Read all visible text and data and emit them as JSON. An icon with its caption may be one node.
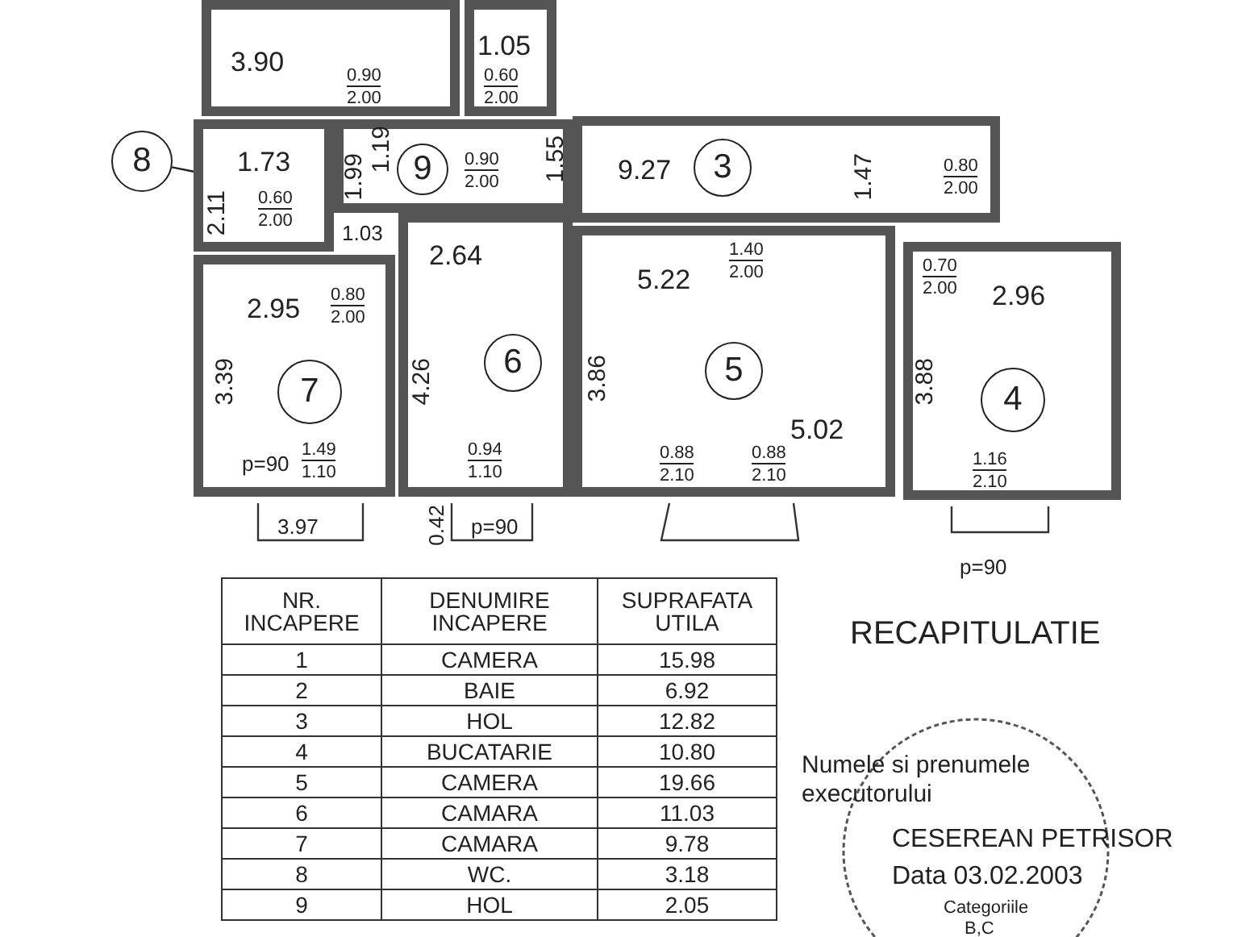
{
  "diagram": {
    "nodes": [
      {
        "text": [
          "3.90"
        ]
      },
      {
        "text": [
          "1.05"
        ]
      },
      {
        "text": [
          "1.19",
          "1.99",
          "1.55"
        ]
      },
      {
        "text": [
          "9"
        ],
        "in": 2
      },
      {
        "text": [
          "1.73",
          "2.11"
        ]
      },
      {
        "text": [
          "8"
        ]
      },
      {
        "text": [
          "9.27",
          "1.47"
        ]
      },
      {
        "text": [
          "3"
        ],
        "in": 6
      },
      {
        "text": [
          "2.95",
          "3.39"
        ]
      },
      {
        "text": [
          "7"
        ],
        "in": 8
      },
      {
        "text": [
          "2.64",
          "4.26"
        ]
      },
      {
        "text": [
          "6"
        ],
        "in": 10
      },
      {
        "text": [
          "5.22",
          "3.86",
          "5.02"
        ]
      },
      {
        "text": [
          "5"
        ],
        "in": 12
      },
      {
        "text": [
          "2.96",
          "3.88"
        ]
      },
      {
        "text": [
          "4"
        ],
        "in": 14
      }
    ],
    "edges": [
      {
        "from": 5,
        "to": 4,
        "arrow": "none"
      }
    ],
    "labels": [
      "0.90",
      "2.00",
      "0.60",
      "2.00",
      "0.60",
      "2.00",
      "0.90",
      "2.00",
      "1.03",
      "0.80",
      "2.00",
      "1.40",
      "2.00",
      "0.80",
      "2.00",
      "0.70",
      "2.00",
      "p=90",
      "1.49",
      "1.10",
      "0.94",
      "1.10",
      "0.88",
      "2.10",
      "0.88",
      "2.10",
      "1.16",
      "2.10",
      "3.97",
      "0.42",
      "p=90",
      "p=90",
      "NR. INCAPERE",
      "DENUMIRE INCAPERE",
      "SUPRAFATA UTILA",
      "1",
      "CAMERA",
      "15.98",
      "2",
      "BAIE",
      "6.92",
      "3",
      "HOL",
      "12.82",
      "4",
      "BUCATARIE",
      "10.80",
      "5",
      "CAMERA",
      "19.66",
      "6",
      "CAMARA",
      "11.03",
      "7",
      "CAMARA",
      "9.78",
      "8",
      "WC.",
      "3.18",
      "9",
      "HOL",
      "2.05",
      "RECAPITULATIE",
      "Numele si prenumele executorului",
      "CESEREAN PETRISOR",
      "Data 03.02.2003",
      "Categoriile",
      "B,C"
    ]
  }
}
